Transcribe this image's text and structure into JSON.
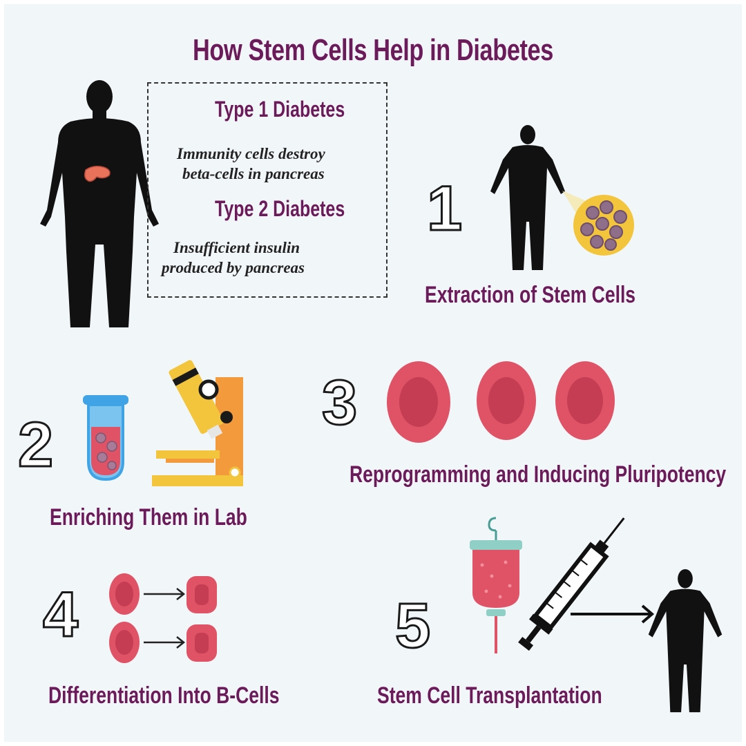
{
  "title": "How Stem Cells Help in Diabetes",
  "types": {
    "type1": {
      "title": "Type 1 Diabetes",
      "line1": "Immunity cells destroy",
      "line2": "beta-cells in pancreas"
    },
    "type2": {
      "title": "Type 2 Diabetes",
      "line1": "Insufficient insulin",
      "line2": "produced by pancreas"
    }
  },
  "steps": [
    {
      "number": "1",
      "label": "Extraction of Stem Cells"
    },
    {
      "number": "2",
      "label": "Enriching Them in Lab"
    },
    {
      "number": "3",
      "label": "Reprogramming and Inducing Pluripotency"
    },
    {
      "number": "4",
      "label": "Differentiation Into B-Cells"
    },
    {
      "number": "5",
      "label": "Stem Cell Transplantation"
    }
  ],
  "icons": {
    "body": "human-silhouette-icon",
    "pancreas": "pancreas-icon",
    "cells": "stem-cells-magnified-icon",
    "tube": "test-tube-icon",
    "microscope": "microscope-icon",
    "cell": "red-cell-icon",
    "iv": "iv-bag-icon",
    "syringe": "syringe-icon",
    "arrow": "arrow-right-icon"
  },
  "colors": {
    "accent": "#6b1a5a",
    "background": "#f1f6f8",
    "cell": "#e05366",
    "cell_core": "#c43d52",
    "yellow": "#f3c53d",
    "orange": "#f39a3c",
    "blue": "#3fa3e6"
  }
}
